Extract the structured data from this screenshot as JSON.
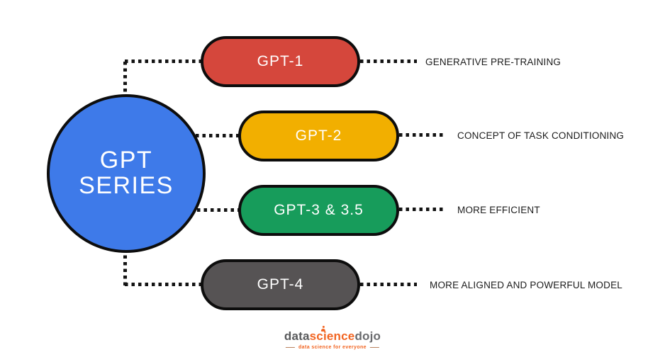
{
  "hub": {
    "line1": "GPT",
    "line2": "SERIES",
    "color": "#3e7ae9"
  },
  "rows": [
    {
      "pill_label": "GPT-1",
      "pill_color": "#d5473c",
      "description": "GENERATIVE PRE-TRAINING"
    },
    {
      "pill_label": "GPT-2",
      "pill_color": "#f2af00",
      "description": "CONCEPT OF TASK CONDITIONING"
    },
    {
      "pill_label": "GPT-3 & 3.5",
      "pill_color": "#179c5b",
      "description": "MORE EFFICIENT"
    },
    {
      "pill_label": "GPT-4",
      "pill_color": "#565354",
      "description": "MORE ALIGNED AND POWERFUL MODEL"
    }
  ],
  "connector_color": "#141414",
  "footer": {
    "brand_part1": "data",
    "brand_part2a": "sc",
    "brand_part2b": "i",
    "brand_part2c": "ence",
    "brand_part3": "dojo",
    "brand_gray": "#58595b",
    "brand_orange": "#f26522",
    "tagline": "data science for everyone"
  }
}
